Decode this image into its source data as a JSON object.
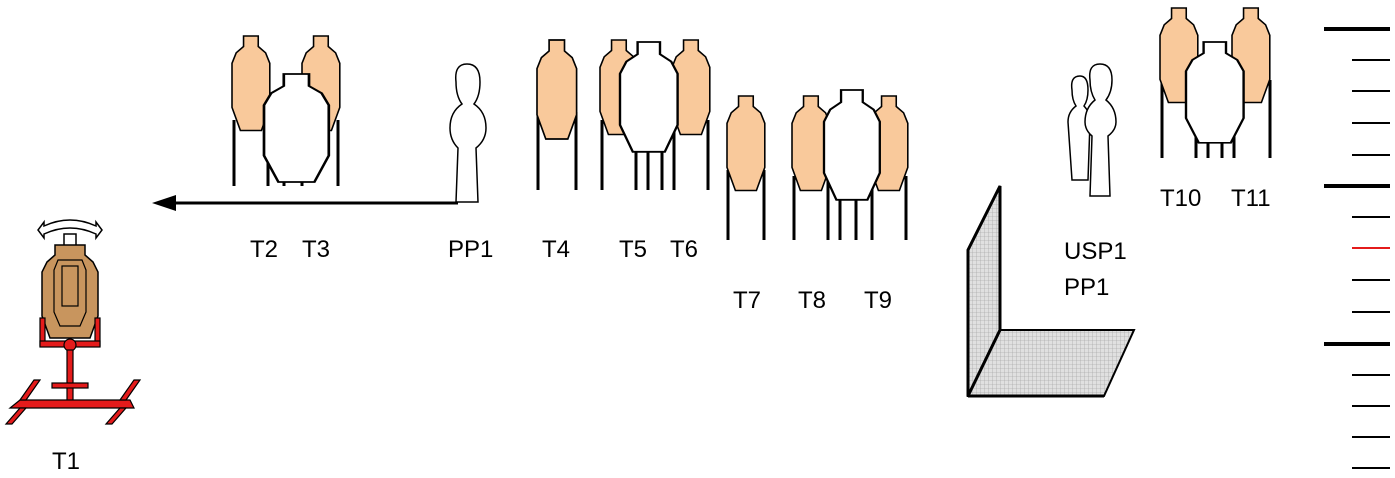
{
  "colors": {
    "target_fill": "#f9c99b",
    "no_shoot_fill": "#ffffff",
    "stroke": "#000000",
    "popper_fill": "#c8955e",
    "stand_red": "#e41b1b",
    "wall_fill": "#d6d6d6",
    "scale_marker": "#e41b1b"
  },
  "labels": {
    "t1": "T1",
    "t2": "T2",
    "t3": "T3",
    "pp1_a": "PP1",
    "t4": "T4",
    "t5": "T5",
    "t6": "T6",
    "t7": "T7",
    "t8": "T8",
    "t9": "T9",
    "usp1": "USP1",
    "pp1_b": "PP1",
    "t10": "T10",
    "t11": "T11"
  }
}
